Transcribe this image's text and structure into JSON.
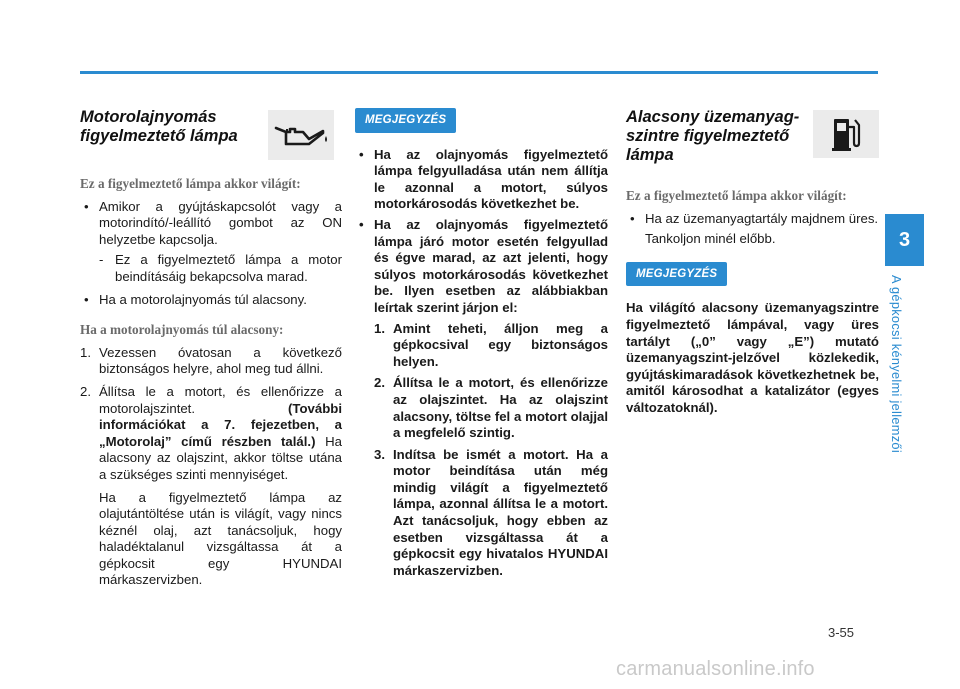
{
  "col1": {
    "title_line1": "Motorolajnyomás",
    "title_line2": "figyelmeztető lámpa",
    "icon": "oil-can-icon",
    "sub1": "Ez a figyelmeztető lámpa akkor világít:",
    "bullets": [
      "Amikor a gyújtáskapcsolót vagy a motorindító/-leállító gombot az ON helyzetbe kapcsolja.",
      "Ha a motorolajnyomás túl alacsony."
    ],
    "dash_mark": "-",
    "dash_text": "Ez a figyelmeztető lámpa a motor beindításáig bekapcsolva marad.",
    "sub2": "Ha a motorolajnyomás túl alacsony:",
    "step1_num": "1.",
    "step1": "Vezessen óvatosan a következő biztonságos helyre, ahol meg tud állni.",
    "step2_num": "2.",
    "step2_a": "Állítsa le a motort, és ellenőrizze a motorolajszintet. ",
    "step2_b": "(További információkat a 7. fejezetben, a „Motorolaj” című részben talál.)",
    "step2_c": " Ha alacsony az olajszint, akkor töltse utána a szükséges szinti mennyiséget.",
    "step2_para": "Ha a figyelmeztető lámpa az olajutántöltése után is világít, vagy nincs kéznél olaj, azt tanácsoljuk, hogy haladéktalanul vizsgáltassa át a gépkocsit egy HYUNDAI márkaszervizben."
  },
  "col2": {
    "badge": "MEGJEGYZÉS",
    "bullet1": "Ha az olajnyomás figyelmeztető lámpa felgyulladása után nem állítja le azonnal a motort, súlyos motorkárosodás következhet be.",
    "bullet2": "Ha az olajnyomás figyelmeztető lámpa járó motor esetén felgyullad és égve marad, az azt jelenti, hogy súlyos motorkárosodás következhet be. Ilyen esetben az alábbiakban leírtak szerint járjon el:",
    "steps": [
      {
        "num": "1.",
        "text": "Amint teheti, álljon meg a gépkocsival egy biztonságos helyen."
      },
      {
        "num": "2.",
        "text": "Állítsa le a motort, és ellenőrizze az olajszintet. Ha az olajszint alacsony, töltse fel a motort olajjal a megfelelő szintig."
      },
      {
        "num": "3.",
        "text": "Indítsa be ismét a motort. Ha a motor beindítása után még mindig világít a figyelmeztető lámpa, azonnal állítsa le a motort. Azt tanácsoljuk, hogy ebben az esetben vizsgáltassa át a gépkocsit egy hivatalos HYUNDAI márkaszervizben."
      }
    ]
  },
  "col3": {
    "title_line1": "Alacsony üzemanyag-",
    "title_line2": "szintre figyelmeztető",
    "title_line3": "lámpa",
    "icon": "fuel-pump-icon",
    "sub1": "Ez a figyelmeztető lámpa akkor világít:",
    "bullet1": "Ha az üzemanyagtartály majdnem üres.",
    "bullet1_para": "Tankoljon minél előbb.",
    "badge": "MEGJEGYZÉS",
    "note": "Ha világító alacsony üzemanyagszintre figyelmeztető lámpával, vagy üres tartályt („0” vagy „E”) mutató üzemanyagszint-jelzővel közlekedik, gyújtáskimaradások következhetnek be, amitől károsodhat a katalizátor (egyes változatoknál)."
  },
  "chapter": "3",
  "side_text": "A gépkocsi kényelmi jellemzői",
  "page_number": "3-55",
  "watermark": "carmanualsonline.info",
  "colors": {
    "accent": "#2a8bd0",
    "icon_bg": "#ebebeb"
  }
}
